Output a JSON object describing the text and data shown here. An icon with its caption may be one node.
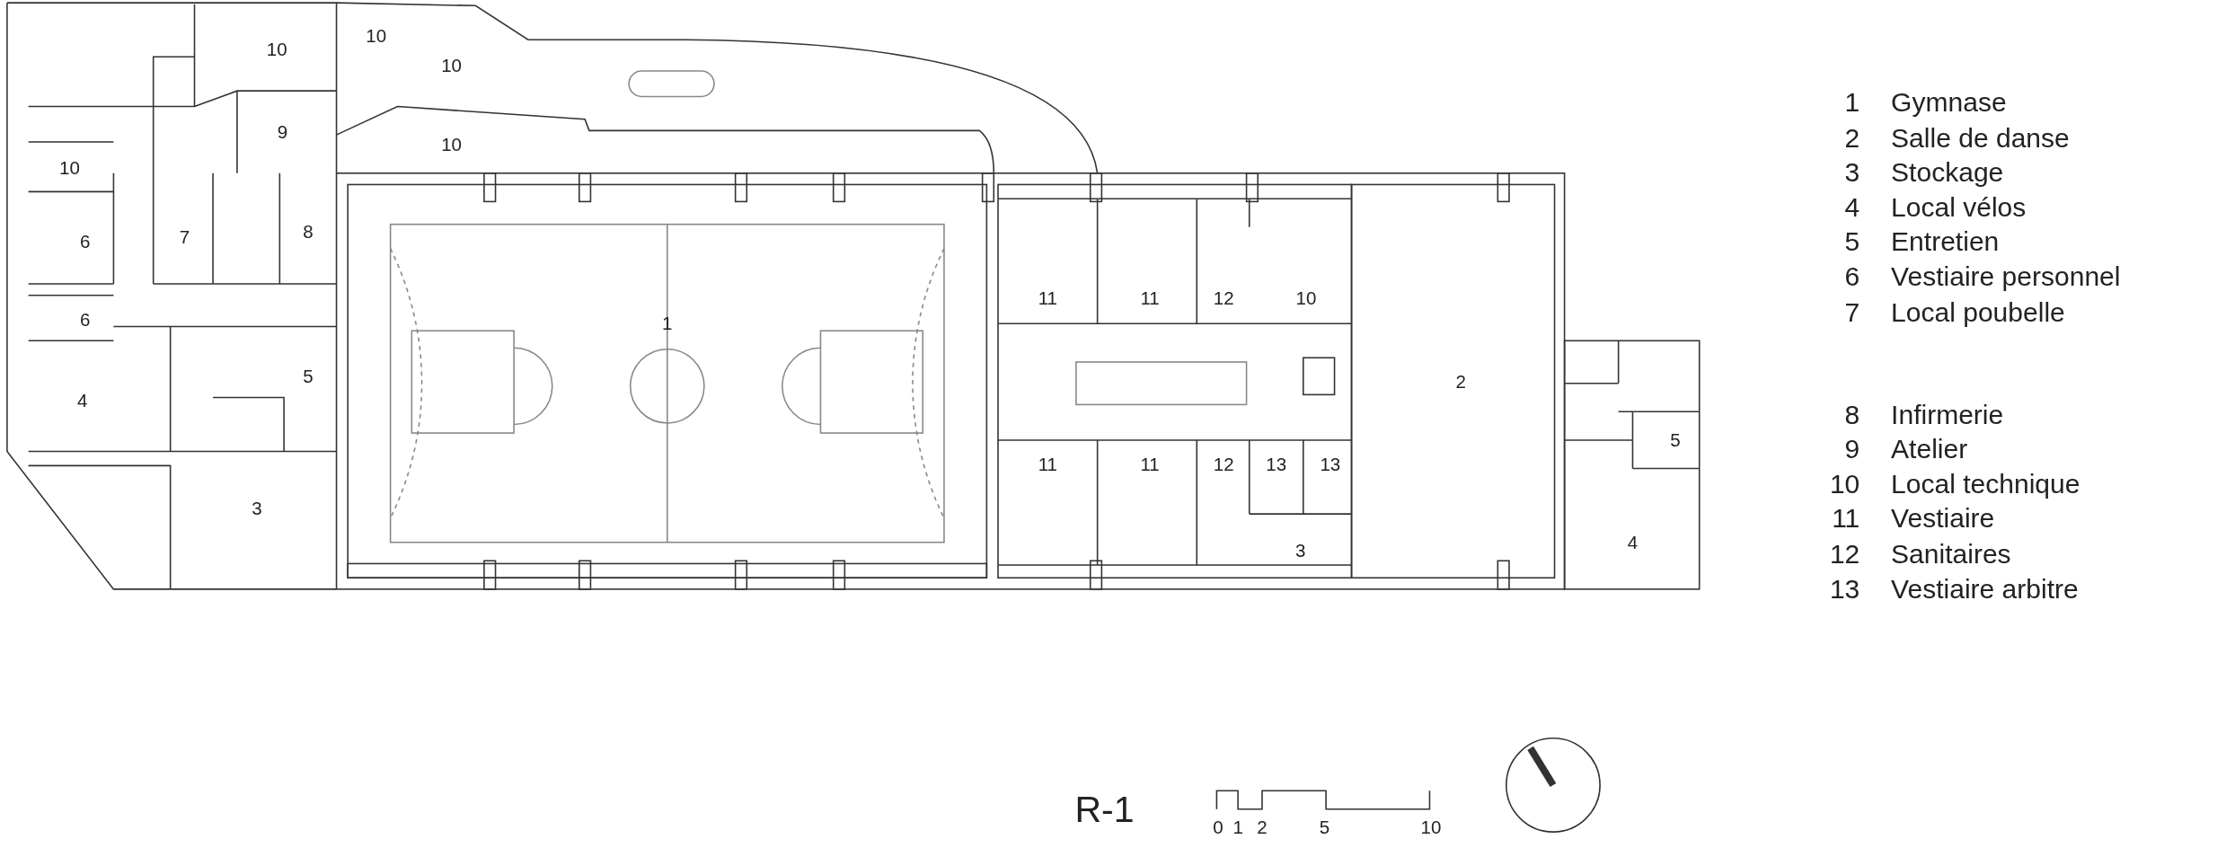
{
  "diagram": {
    "title": "R-1",
    "labels": [
      "10",
      "10",
      "10",
      "9",
      "10",
      "10",
      "6",
      "7",
      "8",
      "11",
      "11",
      "12",
      "10",
      "6",
      "1",
      "4",
      "5",
      "2",
      "5",
      "11",
      "11",
      "12",
      "13",
      "13",
      "3",
      "3",
      "4",
      "1",
      "Gymnase",
      "2",
      "Salle de danse",
      "3",
      "Stockage",
      "4",
      "Local vélos",
      "5",
      "Entretien",
      "6",
      "Vestiaire personnel",
      "7",
      "Local poubelle",
      "8",
      "Infirmerie",
      "9",
      "Atelier",
      "10",
      "Local technique",
      "11",
      "Vestiaire",
      "12",
      "Sanitaires",
      "13",
      "Vestiaire arbitre",
      "0",
      "1",
      "2",
      "5",
      "10"
    ]
  }
}
